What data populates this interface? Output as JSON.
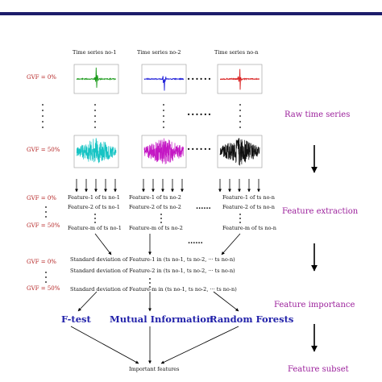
{
  "colors": {
    "header_bar": "#1d1d6b",
    "gvf_label": "#b52525",
    "stage_label": "#9b1f9b",
    "method_label": "#2222aa",
    "ts1": "#1a9a1a",
    "ts2": "#1a1ad8",
    "tsn": "#d81a1a",
    "ts1_noisy": "#17c4c4",
    "ts2_noisy": "#c417c4",
    "tsn_noisy": "#111111"
  },
  "column_titles": [
    "Time series no-1",
    "Time series no-2",
    "Time series no-n"
  ],
  "gvf": {
    "raw_low": "GVF = 0%",
    "raw_high": "GVF = 50%",
    "feat_low": "GVF = 0%",
    "feat_high": "GVF = 50%",
    "imp_low": "GVF = 0%",
    "imp_high": "GVF = 50%"
  },
  "stages": {
    "raw": "Raw time series",
    "extraction": "Feature extraction",
    "importance": "Feature importance",
    "subset": "Feature subset"
  },
  "features": {
    "col1": [
      "Feature-1 of ts no-1",
      "Feature-2 of ts no-1",
      "Feature-m of ts no-1"
    ],
    "col2": [
      "Feature-1 of ts no-2",
      "Feature-2 of ts no-2",
      "Feature-m of ts no-2"
    ],
    "coln": [
      "Feature-1 of ts no-n",
      "Feature-2 of ts no-n",
      "Feature-m of ts no-n"
    ]
  },
  "std_rows": [
    "Standard deviation of Feature-1 in (ts no-1, ts no-2, ··· ts no-n)",
    "Standard deviation of Feature-2 in (ts no-1, ts no-2, ··· ts no-n)",
    "Standard deviation of Feature-m in (ts no-1, ts no-2, ··· ts no-n)"
  ],
  "methods": [
    "F-test",
    "Mutual Information",
    "Random Forests"
  ],
  "output": "Important features",
  "ellipsis": "......"
}
